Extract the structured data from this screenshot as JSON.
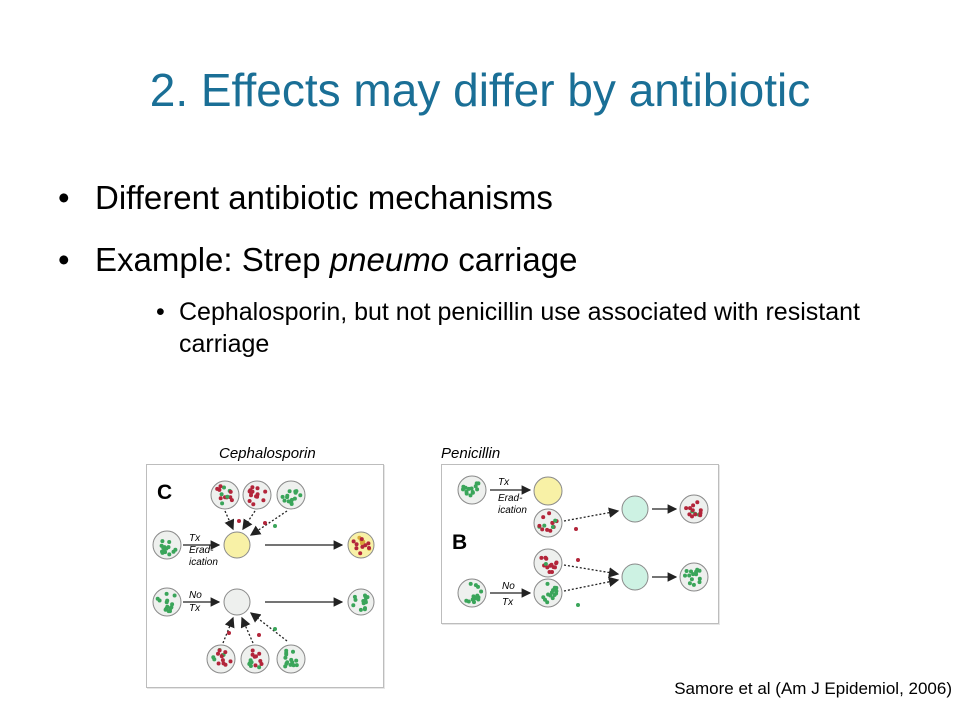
{
  "slide": {
    "title": "2. Effects may differ by antibiotic",
    "bullets": {
      "b1": "Different antibiotic mechanisms",
      "b2_prefix": "Example: Strep ",
      "b2_italic": "pneumo",
      "b2_suffix": " carriage",
      "sub1": "Cephalosporin, but not penicillin use associated with resistant carriage"
    },
    "citation": "Samore et al (Am J Epidemiol, 2006)"
  },
  "figure": {
    "left_label": "Cephalosporin",
    "right_label": "Penicillin",
    "panel_c": {
      "letter": "C",
      "tx_line1": "Tx",
      "tx_line2": "Erad-",
      "tx_line3": "ication",
      "notx_line1": "No",
      "notx_line2": "Tx"
    },
    "panel_b": {
      "letter": "B",
      "tx_line1": "Tx",
      "tx_line2": "Erad-",
      "tx_line3": "ication",
      "notx_line1": "No",
      "notx_line2": "Tx"
    },
    "colors": {
      "resistant": "#b3253a",
      "susceptible": "#3aa55a",
      "eradicated": "#f8f1a6",
      "empty": "#cdf2e3",
      "circle_fill": "#eef0ee",
      "circle_stroke": "#8a8a8a"
    }
  }
}
